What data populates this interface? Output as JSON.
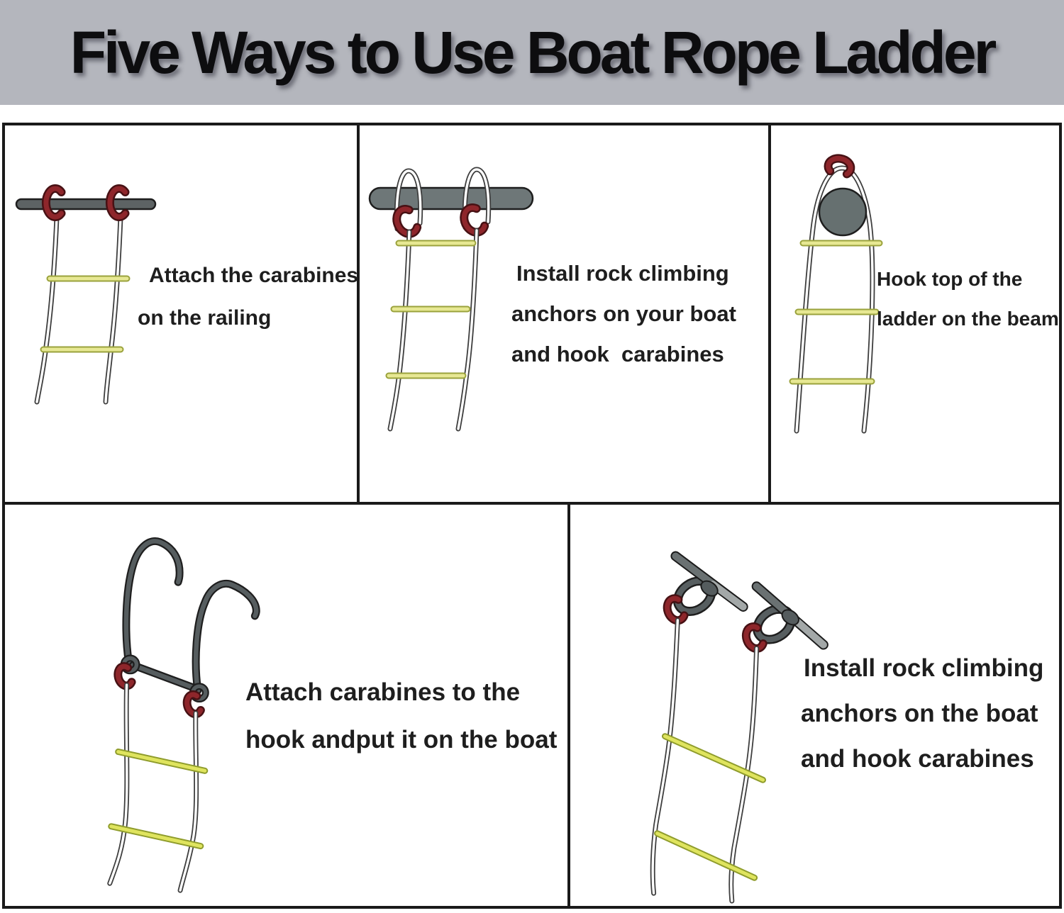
{
  "header": {
    "title": "Five Ways to Use Boat Rope Ladder",
    "background": "#b4b6bd"
  },
  "colors": {
    "panel_border": "#1a1a1a",
    "ring_red": "#8e262b",
    "rope_outline": "#3e3e3e",
    "rope_fill": "#ffffff",
    "rung_yellow": "#e7e893",
    "rung_yellow_dark": "#9aa23c",
    "rail_gray": "#5d6364",
    "bar_gray": "#6e7778",
    "beam_gray": "#667070",
    "hook_gray": "#565d5f",
    "anchor_rod_gray": "#6a7172",
    "anchor_rod_light": "#a3a8a8"
  },
  "panels": [
    {
      "id": "attach-railing",
      "caption_lines": [
        "Attach the carabines",
        "on the railing"
      ]
    },
    {
      "id": "anchors-your-boat",
      "caption_lines": [
        "Install rock climbing",
        "anchors on your boat",
        "and hook  carabines"
      ]
    },
    {
      "id": "hook-beam",
      "caption_lines": [
        "Hook top of the",
        "ladder on the beam"
      ]
    },
    {
      "id": "carabines-to-hook",
      "caption_lines": [
        "Attach carabines to the",
        "hook andput it on the boat"
      ]
    },
    {
      "id": "anchors-on-boat",
      "caption_lines": [
        "Install rock climbing",
        "anchors on the boat",
        "and hook carabines"
      ]
    }
  ]
}
